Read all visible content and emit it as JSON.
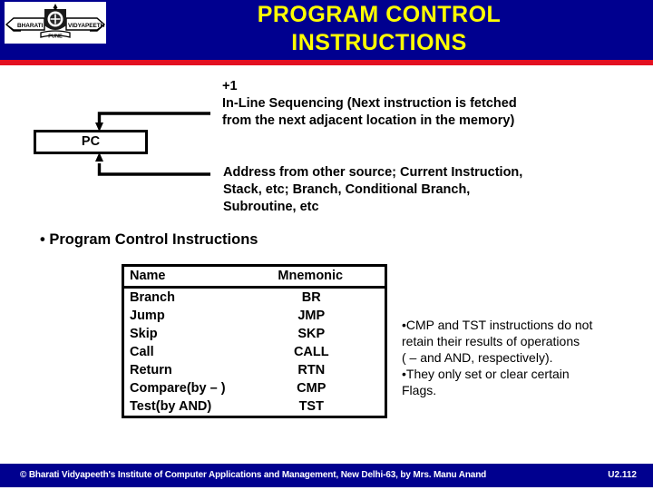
{
  "header": {
    "title": "PROGRAM  CONTROL\nINSTRUCTIONS",
    "title_color": "#ffff00",
    "band_color": "#00008f",
    "rule_color": "#e31021",
    "logo": {
      "name": "bharati-vidyapeeth-logo",
      "top_text": "BHARATI",
      "right_text": "VIDYAPEETH",
      "bottom_text": "PUNE"
    }
  },
  "diagram": {
    "pc_label": "PC",
    "inline_sequencing_text": "+1\nIn-Line Sequencing (Next instruction is fetched\nfrom the next adjacent location in the memory)",
    "other_source_text": "Address from other source; Current Instruction,\nStack, etc; Branch, Conditional Branch,\nSubroutine, etc"
  },
  "bullet_heading": "• Program Control Instructions",
  "chart_data": {
    "type": "table",
    "title": "Program Control Instructions",
    "columns": [
      "Name",
      "Mnemonic"
    ],
    "rows": [
      [
        "Branch",
        "BR"
      ],
      [
        "Jump",
        "JMP"
      ],
      [
        "Skip",
        "SKP"
      ],
      [
        "Call",
        "CALL"
      ],
      [
        "Return",
        "RTN"
      ],
      [
        "Compare(by – )",
        "CMP"
      ],
      [
        "Test(by AND)",
        "TST"
      ]
    ]
  },
  "side_note": "•CMP and TST instructions do not\nretain their  results of operations\n( – and AND, respectively).\n•They only set or clear certain\nFlags.",
  "footer": {
    "credit": "© Bharati Vidyapeeth's Institute of Computer Applications and Management, New Delhi-63, by Mrs. Manu Anand",
    "page": "U2.112",
    "band_color": "#00008f"
  }
}
